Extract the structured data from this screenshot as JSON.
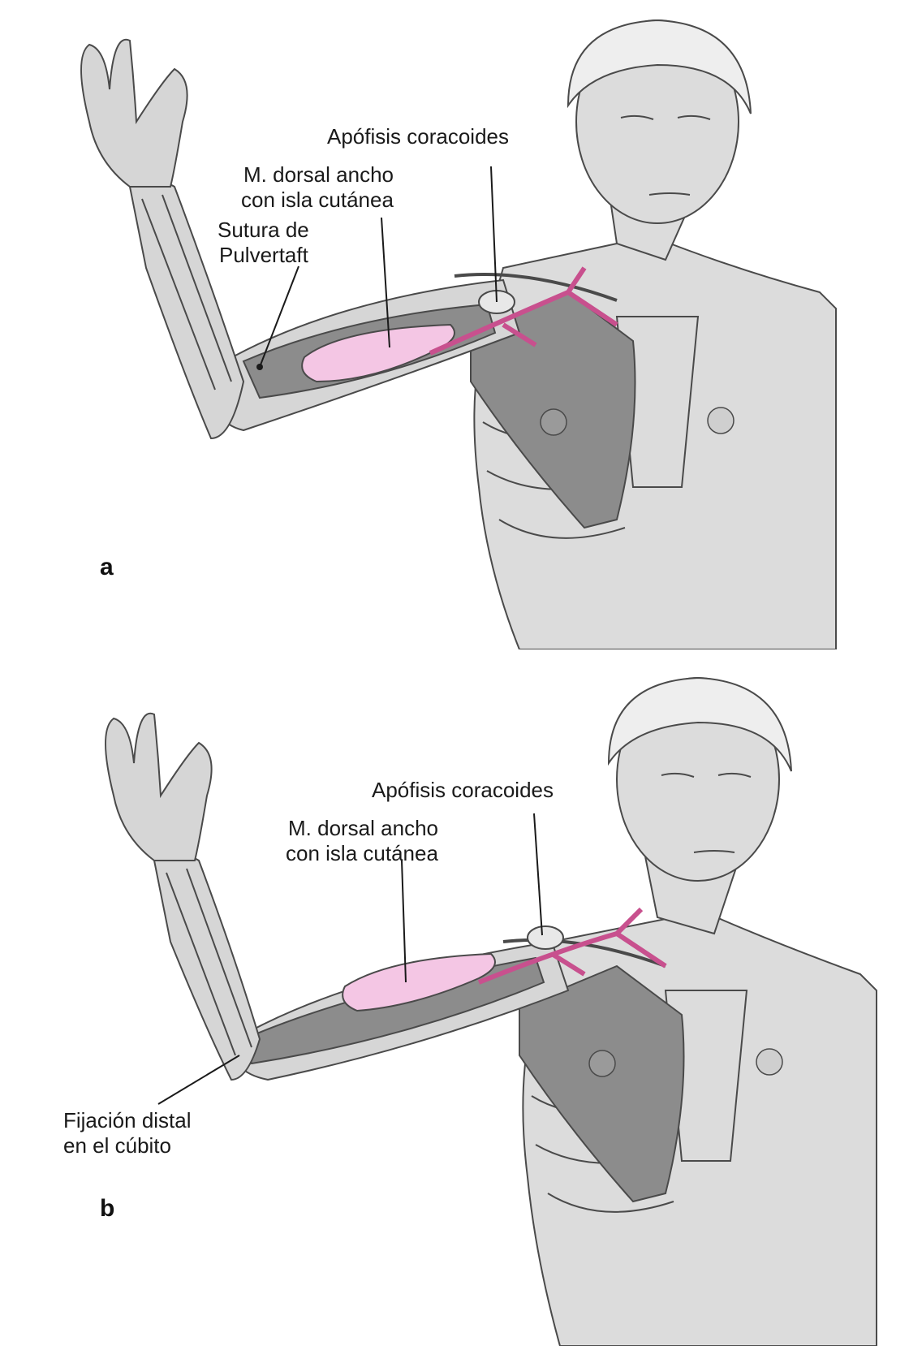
{
  "colors": {
    "skin": "#dcdcdc",
    "skin_stroke": "#4a4a4a",
    "muscle": "#8c8c8c",
    "muscle_dark": "#6e6e6e",
    "skin_island": "#f4c6e4",
    "vessel": "#c8508e",
    "leader": "#1a1a1a"
  },
  "panel_a": {
    "letter": "a",
    "labels": {
      "coracoid": "Apófisis coracoides",
      "latissimus_line1": "M. dorsal ancho",
      "latissimus_line2": "con isla cutánea",
      "suture_line1": "Sutura de",
      "suture_line2": "Pulvertaft"
    }
  },
  "panel_b": {
    "letter": "b",
    "labels": {
      "coracoid": "Apófisis coracoides",
      "latissimus_line1": "M. dorsal ancho",
      "latissimus_line2": "con isla cutánea",
      "fixation_line1": "Fijación distal",
      "fixation_line2": "en el cúbito"
    }
  }
}
